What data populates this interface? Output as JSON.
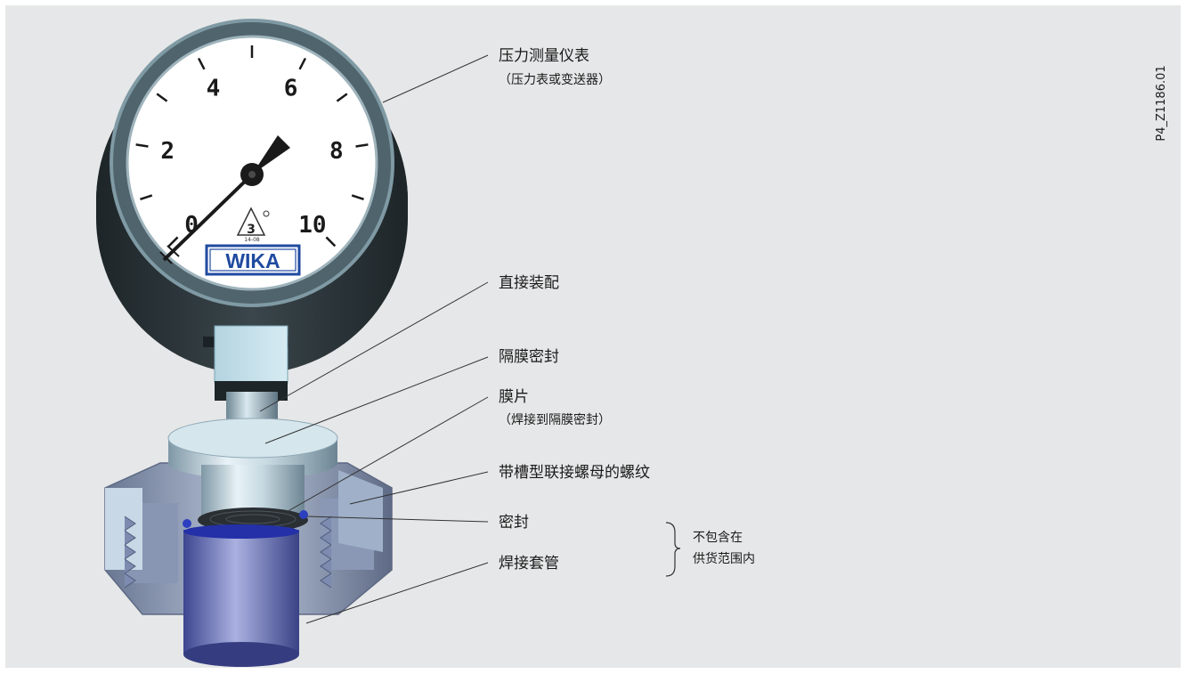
{
  "figure_id": "P4_Z1186.01",
  "gauge": {
    "scale_numbers": [
      "0",
      "2",
      "4",
      "6",
      "8",
      "10"
    ],
    "brand": "WIKA",
    "approval_mark_numeral": "3",
    "approval_mark_code": "14-08"
  },
  "callouts": {
    "pressure_instrument": {
      "title": "压力测量仪表",
      "subtitle": "（压力表或变送器）"
    },
    "direct_mounting": {
      "title": "直接装配"
    },
    "diaphragm_seal": {
      "title": "隔膜密封"
    },
    "diaphragm": {
      "title": "膜片",
      "subtitle": "（焊接到隔膜密封）"
    },
    "union_nut_thread": {
      "title": "带槽型联接螺母的螺纹"
    },
    "seal": {
      "title": "密封"
    },
    "welding_sleeve": {
      "title": "焊接套管"
    },
    "not_included": {
      "line1": "不包含在",
      "line2": "供货范围内"
    }
  },
  "colors": {
    "background": "#e6e7e8",
    "case": "#2a3438",
    "dial": "#ffffff",
    "brand_blue": "#1f4aa0",
    "seal_body": "#b9cdd6",
    "sleeve": "#6f77b8",
    "nut": "#8d9bb5",
    "leader_line": "#333333"
  }
}
